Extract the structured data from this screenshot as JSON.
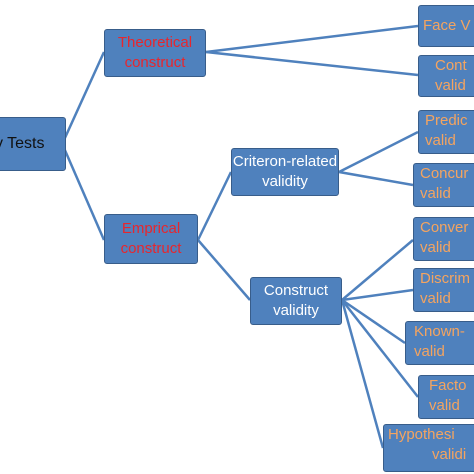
{
  "colors": {
    "box_fill": "#4f81bd",
    "box_border": "#385d8a",
    "connector": "#4f81bd",
    "root_text": "#111111",
    "level1_text": "#e8262d",
    "level2_text": "#ffffff",
    "leaf_text": "#f4a460",
    "background": "#ffffff"
  },
  "root": {
    "label": "y Tests"
  },
  "theoretical": {
    "line1": "Theoretical",
    "line2": "construct"
  },
  "emprical": {
    "line1": "Emprical",
    "line2": "construct"
  },
  "criterion": {
    "line1": "Criteron-related",
    "line2": "validity"
  },
  "construct_validity": {
    "line1": "Construct",
    "line2": "validity"
  },
  "leaves": {
    "face": {
      "line1": "Face V"
    },
    "content": {
      "line1": "Cont",
      "line2": "valid"
    },
    "predictive": {
      "line1": "Predic",
      "line2": "valid"
    },
    "concurrent": {
      "line1": "Concur",
      "line2": "valid"
    },
    "convergent": {
      "line1": "Conver",
      "line2": "valid"
    },
    "discriminant": {
      "line1": "Discrim",
      "line2": "valid"
    },
    "known_groups": {
      "line1": "Known-",
      "line2": "valid"
    },
    "factorial": {
      "line1": "Facto",
      "line2": "valid"
    },
    "hypothesis": {
      "line1": "Hypothesi",
      "line2": "validi"
    }
  }
}
